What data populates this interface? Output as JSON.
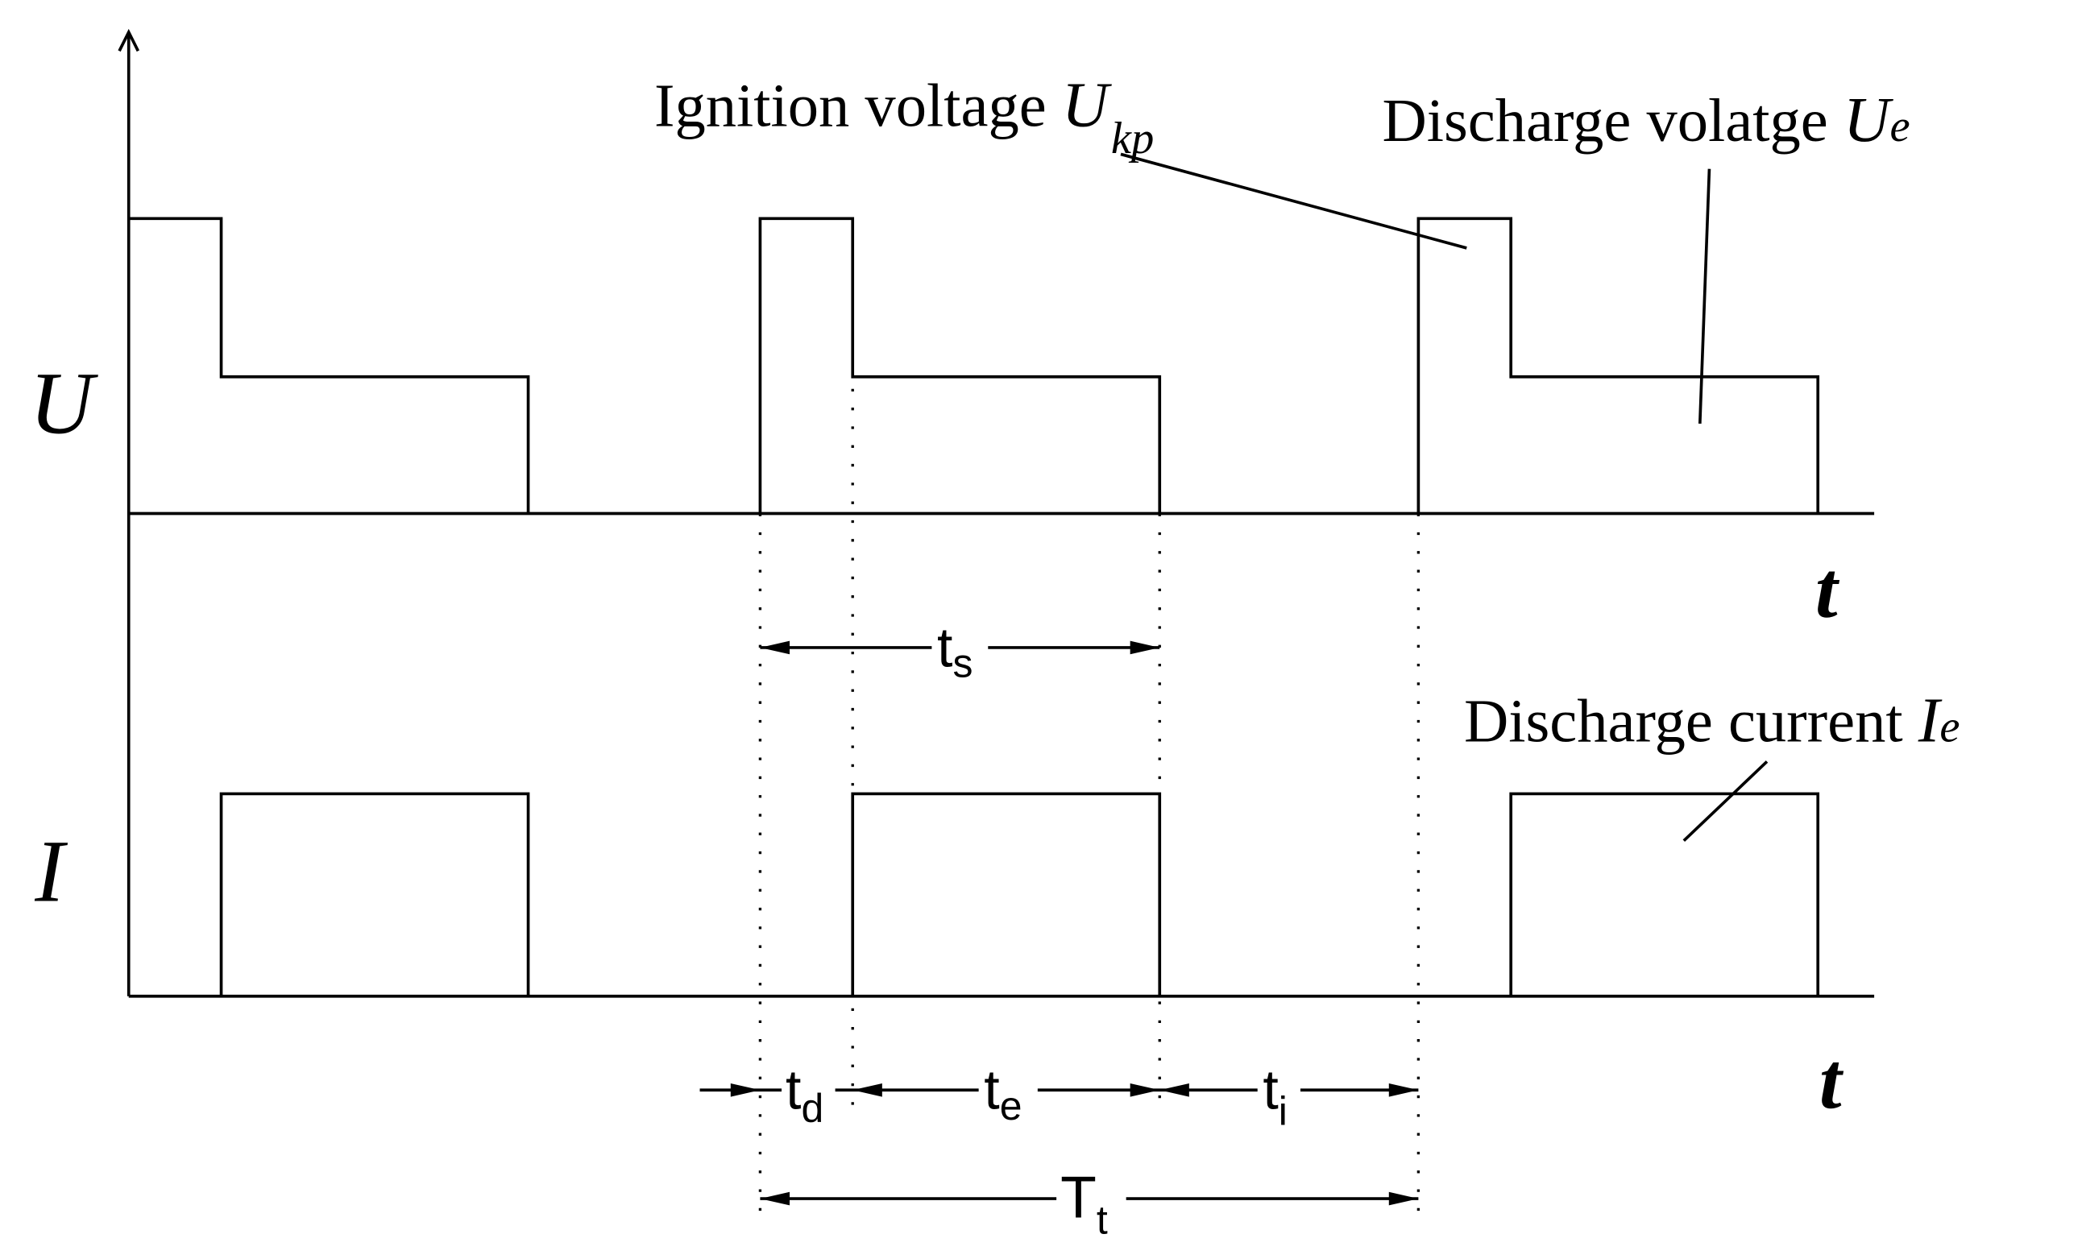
{
  "axes": {
    "voltage_label": "U",
    "current_label": "I",
    "time_label_top": "t",
    "time_label_bottom": "t"
  },
  "annotations": {
    "ignition": {
      "text": "Ignition voltage ",
      "symbol": "U",
      "subscript": "kp"
    },
    "discharge_voltage": {
      "text": "Discharge volatge ",
      "symbol": "U",
      "subscript": "e"
    },
    "discharge_current": {
      "text": "Discharge current ",
      "symbol": "I",
      "subscript": "e"
    }
  },
  "intervals": {
    "ts": {
      "main": "t",
      "sub": "s"
    },
    "td": {
      "main": "t",
      "sub": "d"
    },
    "te": {
      "main": "t",
      "sub": "e"
    },
    "ti": {
      "main": "t",
      "sub": "i"
    },
    "Tt": {
      "main": "T",
      "sub": "t"
    }
  }
}
